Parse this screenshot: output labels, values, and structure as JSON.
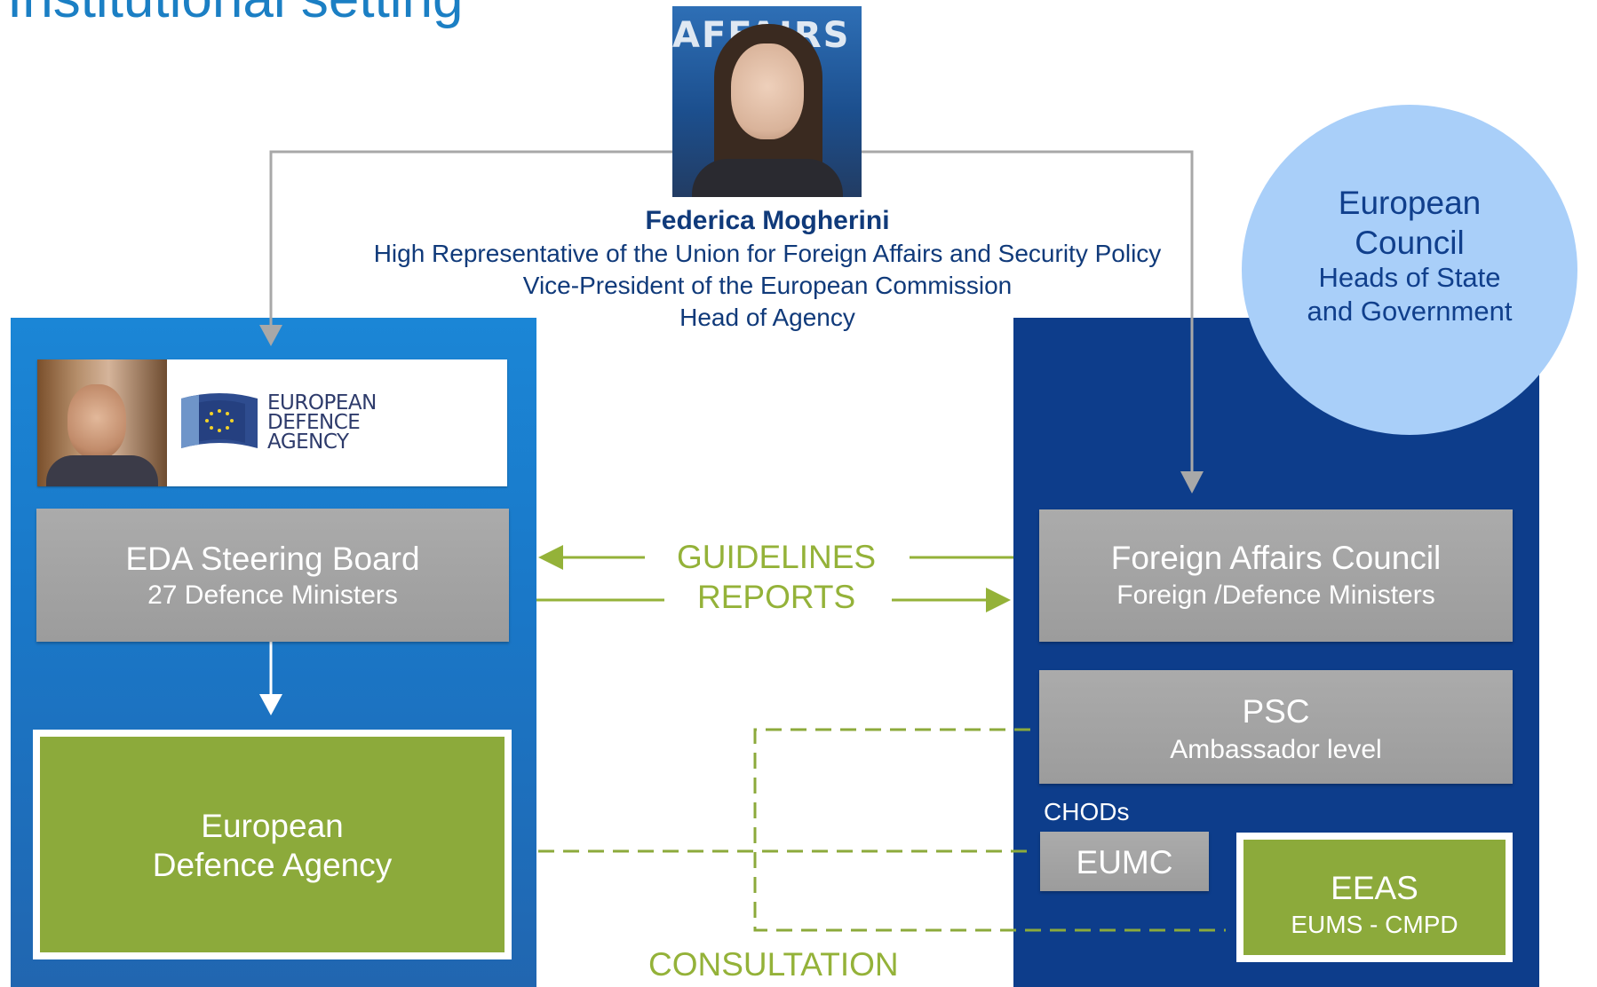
{
  "page": {
    "title": "Institutional setting"
  },
  "high_representative": {
    "photo_caption_text": "AFFAIRS ETE",
    "name": "Federica Mogherini",
    "line1": "High Representative of the Union for Foreign Affairs and Security Policy",
    "line2": "Vice-President of the European Commission",
    "line3": "Head of Agency"
  },
  "eda_logo": {
    "line1": "EUROPEAN",
    "line2": "DEFENCE",
    "line3": "AGENCY"
  },
  "steering_board": {
    "title": "EDA Steering Board",
    "subtitle": "27 Defence Ministers"
  },
  "agency": {
    "line1": "European",
    "line2": "Defence Agency"
  },
  "european_council": {
    "title_line1": "European",
    "title_line2": "Council",
    "subtitle_line1": "Heads of State",
    "subtitle_line2": "and Government"
  },
  "foreign_affairs_council": {
    "title": "Foreign Affairs Council",
    "subtitle": "Foreign /Defence Ministers"
  },
  "psc": {
    "title": "PSC",
    "subtitle": "Ambassador level"
  },
  "chods": {
    "label": "CHODs"
  },
  "eumc": {
    "label": "EUMC"
  },
  "eeas": {
    "title": "EEAS",
    "subtitle": "EUMS - CMPD"
  },
  "flows": {
    "guidelines": "GUIDELINES",
    "reports": "REPORTS",
    "consultation": "CONSULTATION"
  },
  "colors": {
    "title_blue": "#1b7fc4",
    "eda_panel_blue": "#1a77c7",
    "council_panel_navy": "#0d3d8b",
    "circle_light_blue": "#a9cff9",
    "box_grey": "#a3a3a3",
    "agency_green": "#8caa3b",
    "flow_green": "#94b239",
    "connector_grey": "#a8a8a8"
  }
}
